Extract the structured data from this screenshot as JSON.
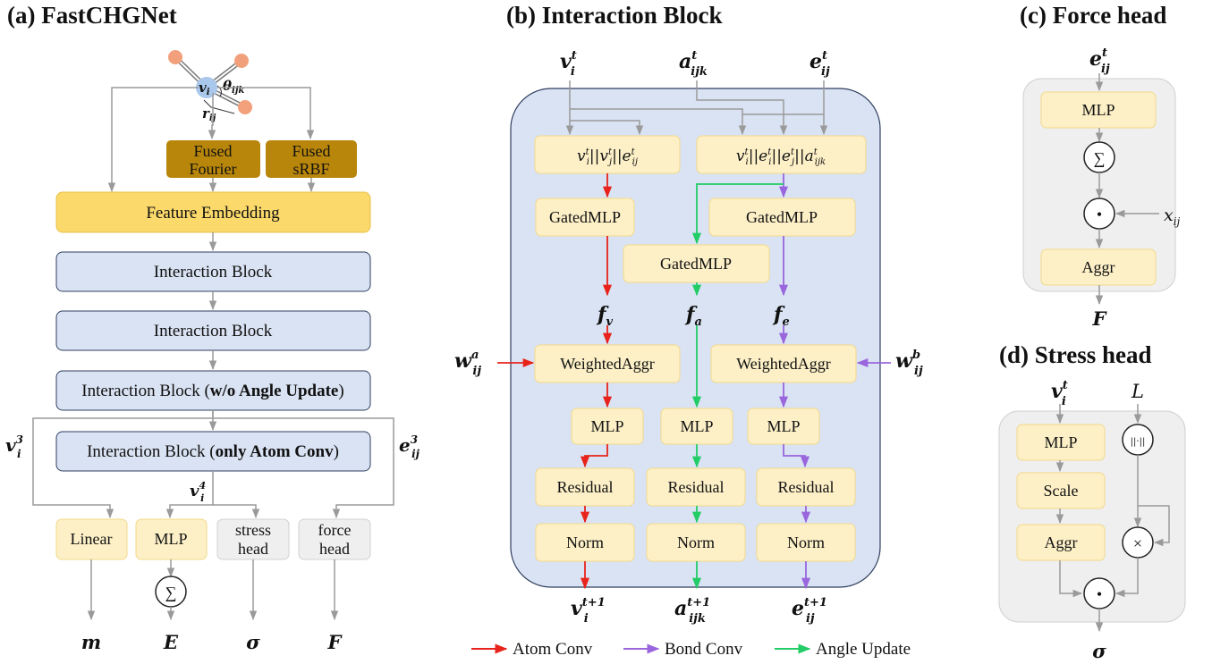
{
  "panels": {
    "a": {
      "title": "(a) FastCHGNet",
      "atom_center": "v",
      "atom_center_sub": "i",
      "angle": "θ",
      "angle_sub": "ijk",
      "bond": "r",
      "bond_sub": "ij",
      "fused_fourier": [
        "Fused",
        "Fourier"
      ],
      "fused_srbf": [
        "Fused",
        "sRBF"
      ],
      "feature_embedding": "Feature Embedding",
      "interaction_block": "Interaction Block",
      "interaction_block_wo_pre": "Interaction Block (",
      "interaction_block_wo_bold": "w/o Angle Update",
      "interaction_block_only_bold": "only Atom Conv",
      "close_paren": ")",
      "left_in": "v",
      "left_in_sup": "3",
      "left_in_sub": "i",
      "right_in": "e",
      "right_in_sup": "3",
      "right_in_sub": "ij",
      "mid_out": "v",
      "mid_out_sup": "4",
      "mid_out_sub": "i",
      "heads": {
        "linear": "Linear",
        "mlp": "MLP",
        "stress": [
          "stress",
          "head"
        ],
        "force": [
          "force",
          "head"
        ]
      },
      "sum_symbol": "∑",
      "outputs": [
        "m",
        "E",
        "σ",
        "F"
      ]
    },
    "b": {
      "title": "(b) Interaction Block",
      "inputs": {
        "v": "v",
        "v_sup": "t",
        "v_sub": "i",
        "a": "a",
        "a_sup": "t",
        "a_sub": "ijk",
        "e": "e",
        "e_sup": "t",
        "e_sub": "ij"
      },
      "concat_left": "v||v||e",
      "concat_right": "v||e||e||a",
      "gated_mlp": "GatedMLP",
      "features": {
        "fv": "f",
        "fv_sub": "v",
        "fa": "f",
        "fa_sub": "a",
        "fe": "f",
        "fe_sub": "e"
      },
      "weighted_aggr": "WeightedAggr",
      "w_left": "w",
      "w_left_sup": "a",
      "w_left_sub": "ij",
      "w_right": "w",
      "w_right_sup": "b",
      "w_right_sub": "ij",
      "mlp": "MLP",
      "residual": "Residual",
      "norm": "Norm",
      "outputs": {
        "v": "v",
        "v_sup": "t+1",
        "v_sub": "i",
        "a": "a",
        "a_sup": "t+1",
        "a_sub": "ijk",
        "e": "e",
        "e_sup": "t+1",
        "e_sub": "ij"
      },
      "legend": {
        "atom": "Atom Conv",
        "bond": "Bond Conv",
        "angle": "Angle Update"
      }
    },
    "c": {
      "title": "(c) Force head",
      "input": "e",
      "input_sup": "t",
      "input_sub": "ij",
      "mlp": "MLP",
      "sum_symbol": "∑",
      "dot_symbol": "•",
      "side_input": "x",
      "side_input_sub": "ij",
      "aggr": "Aggr",
      "output": "F"
    },
    "d": {
      "title": "(d) Stress head",
      "input_v": "v",
      "input_v_sup": "t",
      "input_v_sub": "i",
      "input_l": "L",
      "mlp": "MLP",
      "scale": "Scale",
      "aggr": "Aggr",
      "norm_symbol": "||·||",
      "times_symbol": "×",
      "dot_symbol": "•",
      "output": "σ"
    }
  },
  "colors": {
    "yellow_box": "#fdf0c7",
    "yellow_border": "#f2d98a",
    "gold_box": "#b8860b",
    "feature_embedding": "#fbd96b",
    "blue_box": "#dae3f3",
    "blue_border": "#2f3f5f",
    "gray_box": "#efefef",
    "atom_red": "#e8231b",
    "bond_purple": "#9966dd",
    "angle_green": "#22cc66",
    "arrow_gray": "#9a9a9a",
    "atom_orange": "#f2a07b",
    "atom_blue": "#a9c8ec"
  }
}
